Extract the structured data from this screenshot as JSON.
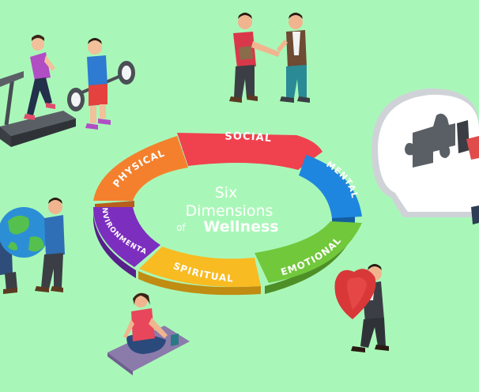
{
  "title": {
    "line1": "Six",
    "line2": "Dimensions",
    "of": "of",
    "line3": "Wellness"
  },
  "segments": [
    {
      "label": "SOCIAL",
      "color": "#f0414f"
    },
    {
      "label": "MENTAL",
      "color": "#1f86e0"
    },
    {
      "label": "EMOTIONAL",
      "color": "#71c83b"
    },
    {
      "label": "SPIRITUAL",
      "color": "#f8bb22"
    },
    {
      "label": "ENVIRONMENTAL",
      "color": "#7c2fbe"
    },
    {
      "label": "PHYSICAL",
      "color": "#f4802d"
    }
  ],
  "colors": {
    "background": "#a9f7b8",
    "title_text": "#ffffff"
  }
}
